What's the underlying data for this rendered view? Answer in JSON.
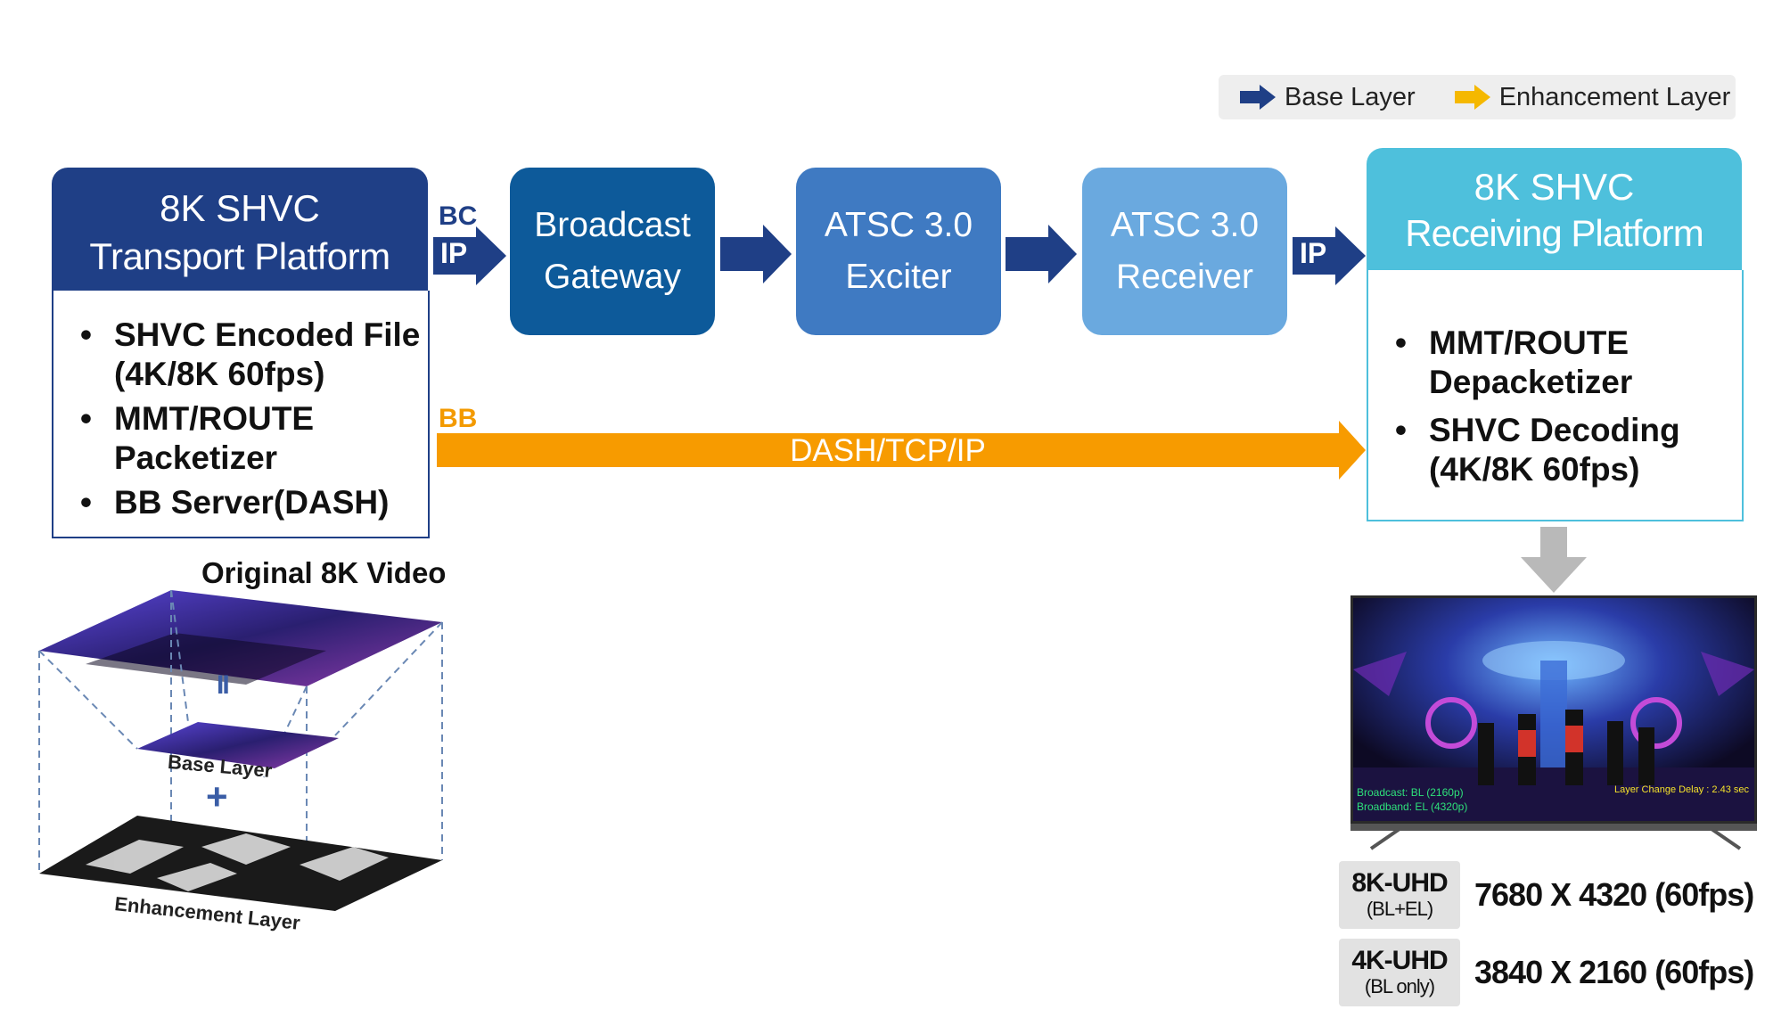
{
  "legend": {
    "base_label": "Base Layer",
    "enhancement_label": "Enhancement Layer",
    "base_color": "#1f3f86",
    "enhancement_color": "#f5b800"
  },
  "transport": {
    "title_line1": "8K SHVC",
    "title_line2": "Transport Platform",
    "items": [
      {
        "line1": "SHVC Encoded File",
        "line2": "(4K/8K 60fps)"
      },
      {
        "line1": "MMT/ROUTE",
        "line2": "Packetizer"
      },
      {
        "line1": "BB Server(DASH)",
        "line2": ""
      }
    ]
  },
  "connectors": {
    "bc": "BC",
    "ip1": "IP",
    "ip2": "IP",
    "bb": "BB",
    "bb_path": "DASH/TCP/IP"
  },
  "boxes": [
    {
      "line1": "Broadcast",
      "line2": "Gateway",
      "color": "#0d5a9a"
    },
    {
      "line1": "ATSC 3.0",
      "line2": "Exciter",
      "color": "#3f7ac2"
    },
    {
      "line1": "ATSC 3.0",
      "line2": "Receiver",
      "color": "#6aa9df"
    }
  ],
  "receiving": {
    "title_line1": "8K SHVC",
    "title_line2": "Receiving Platform",
    "items": [
      {
        "line1": "MMT/ROUTE",
        "line2": "Depacketizer"
      },
      {
        "line1": "SHVC Decoding",
        "line2": "(4K/8K 60fps)"
      }
    ]
  },
  "video": {
    "original_label": "Original 8K Video",
    "equals_symbol": "II",
    "plus_symbol": "+",
    "base_label": "Base Layer",
    "enhancement_label": "Enhancement Layer"
  },
  "tv": {
    "overlay_left_1": "Broadcast: BL (2160p)",
    "overlay_left_2": "Broadband: EL (4320p)",
    "overlay_right": "Layer Change Delay : 2.43 sec"
  },
  "resolutions": [
    {
      "badge": "8K-UHD",
      "sub": "(BL+EL)",
      "value": "7680 X 4320 (60fps)"
    },
    {
      "badge": "4K-UHD",
      "sub": "(BL only)",
      "value": "3840 X 2160 (60fps)"
    }
  ]
}
